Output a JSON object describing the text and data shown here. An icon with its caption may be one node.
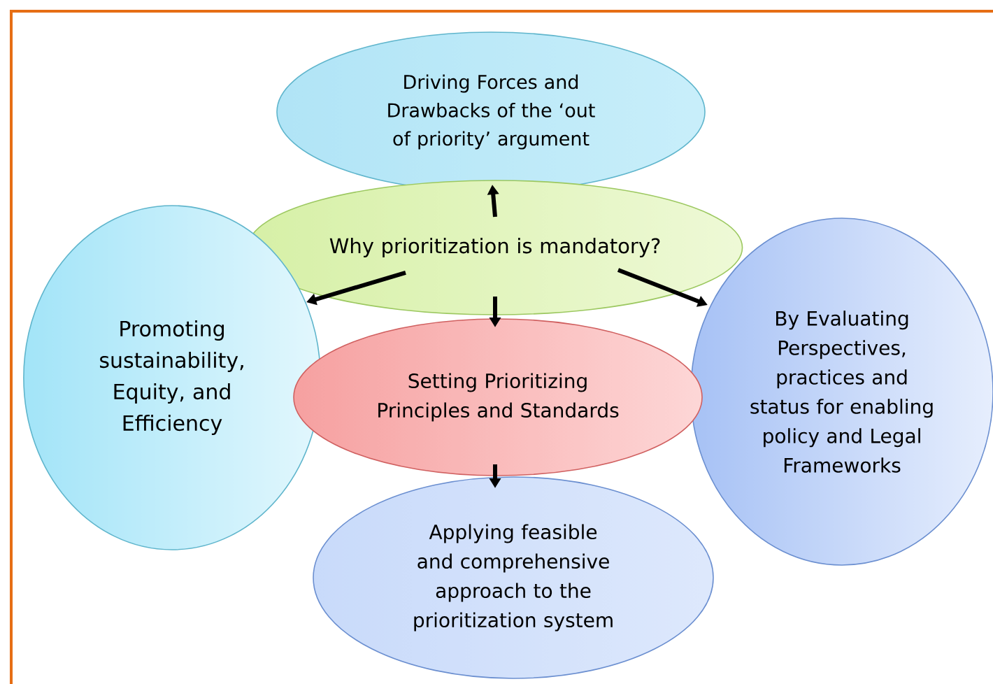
{
  "diagram": {
    "nodes": [
      {
        "text": [
          "Driving Forces and Drawbacks of the ‘out of priority’ argument"
        ]
      },
      {
        "text": [
          "Why prioritization is mandatory?"
        ]
      },
      {
        "text": [
          "Promoting sustainability, Equity, and Efficiency"
        ]
      },
      {
        "text": [
          "By Evaluating Perspectives, practices and status for enabling policy and Legal Frameworks"
        ]
      },
      {
        "text": [
          "Setting Prioritizing Principles and Standards"
        ]
      },
      {
        "text": [
          "Applying feasible and comprehensive approach to the prioritization system"
        ]
      }
    ],
    "edges": [
      {
        "from": 1,
        "to": 0,
        "arrow": "to"
      },
      {
        "from": 1,
        "to": 2,
        "arrow": "to"
      },
      {
        "from": 1,
        "to": 3,
        "arrow": "to"
      },
      {
        "from": 1,
        "to": 4,
        "arrow": "to"
      },
      {
        "from": 4,
        "to": 5,
        "arrow": "to"
      }
    ]
  }
}
